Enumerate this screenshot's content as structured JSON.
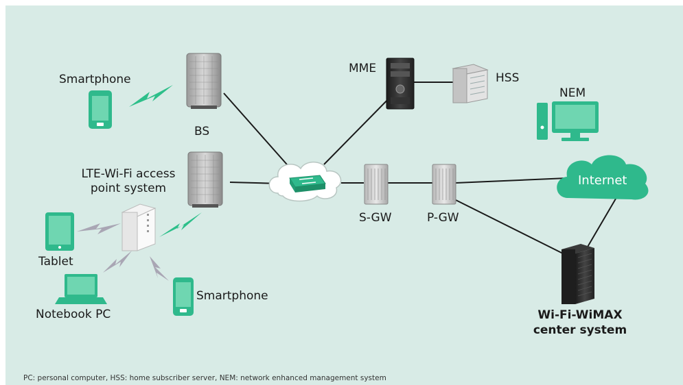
{
  "labels": {
    "smartphone_top": "Smartphone",
    "bs": "BS",
    "mme": "MME",
    "hss": "HSS",
    "nem": "NEM",
    "lte_ap_line1": "LTE-Wi-Fi access",
    "lte_ap_line2": "point system",
    "internet": "Internet",
    "sgw": "S-GW",
    "pgw": "P-GW",
    "tablet": "Tablet",
    "notebook": "Notebook PC",
    "smartphone_bottom": "Smartphone",
    "wimax_line1": "Wi-Fi-WiMAX",
    "wimax_line2": "center system"
  },
  "footnote": "PC: personal computer, HSS: home subscriber server, NEM: network enhanced management system",
  "colors": {
    "background": "#d8ebe6",
    "device_green": "#2fb98c",
    "lightning_green": "#2dbf8a",
    "lightning_gray": "#a9a6b4",
    "line": "#1a1a1a"
  }
}
